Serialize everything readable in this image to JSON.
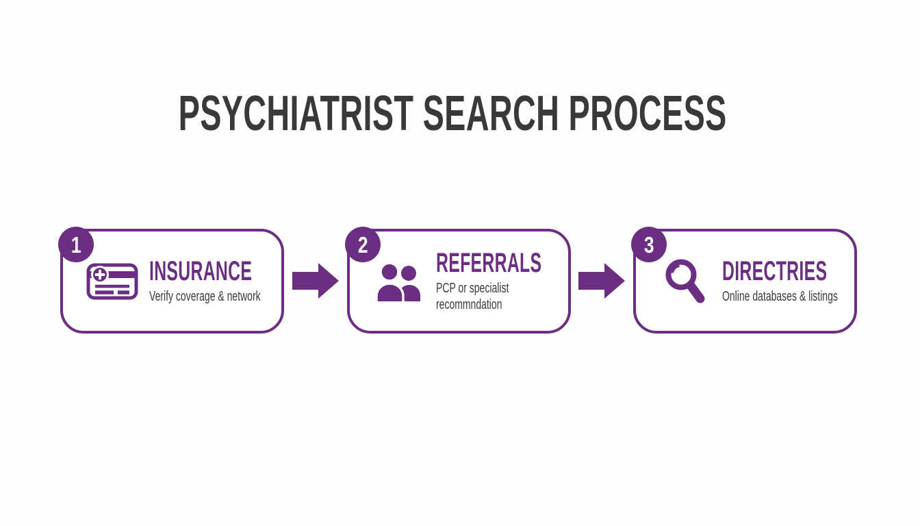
{
  "title": "PSYCHIATRIST SEARCH PROCESS",
  "colors": {
    "purple": "#6B2E83",
    "text_dark": "#39393B",
    "description_text": "#3A3A3C",
    "background": "#FDFDFD",
    "badge_number": "#FFFFFF"
  },
  "steps": [
    {
      "number": "1",
      "icon": "insurance-card-icon",
      "heading": "INSURANCE",
      "description": "Verify coverage & network"
    },
    {
      "number": "2",
      "icon": "two-people-icon",
      "heading": "REFERRALS",
      "description": "PCP or specialist\nrecommndation"
    },
    {
      "number": "3",
      "icon": "magnifying-glass-icon",
      "heading": "DIRECTRIES",
      "description": "Online databases & listings"
    }
  ],
  "connectors": [
    {
      "icon": "arrow-right-icon"
    },
    {
      "icon": "arrow-right-icon"
    }
  ]
}
